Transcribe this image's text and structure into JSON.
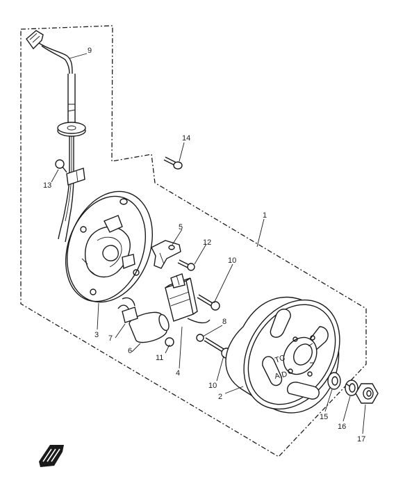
{
  "diagram": {
    "callouts": [
      {
        "id": "c1",
        "label": "1"
      },
      {
        "id": "c2",
        "label": "2"
      },
      {
        "id": "c3",
        "label": "3"
      },
      {
        "id": "c4",
        "label": "4"
      },
      {
        "id": "c5",
        "label": "5"
      },
      {
        "id": "c6",
        "label": "6"
      },
      {
        "id": "c7",
        "label": "7"
      },
      {
        "id": "c8",
        "label": "8"
      },
      {
        "id": "c9",
        "label": "9"
      },
      {
        "id": "c10a",
        "label": "10"
      },
      {
        "id": "c10b",
        "label": "10"
      },
      {
        "id": "c11",
        "label": "11"
      },
      {
        "id": "c12",
        "label": "12"
      },
      {
        "id": "c13",
        "label": "13"
      },
      {
        "id": "c14",
        "label": "14"
      },
      {
        "id": "c15",
        "label": "15"
      },
      {
        "id": "c16",
        "label": "16"
      },
      {
        "id": "c17",
        "label": "17"
      }
    ],
    "rotor_marks": {
      "upper": "TC",
      "lower": "A.D"
    }
  }
}
